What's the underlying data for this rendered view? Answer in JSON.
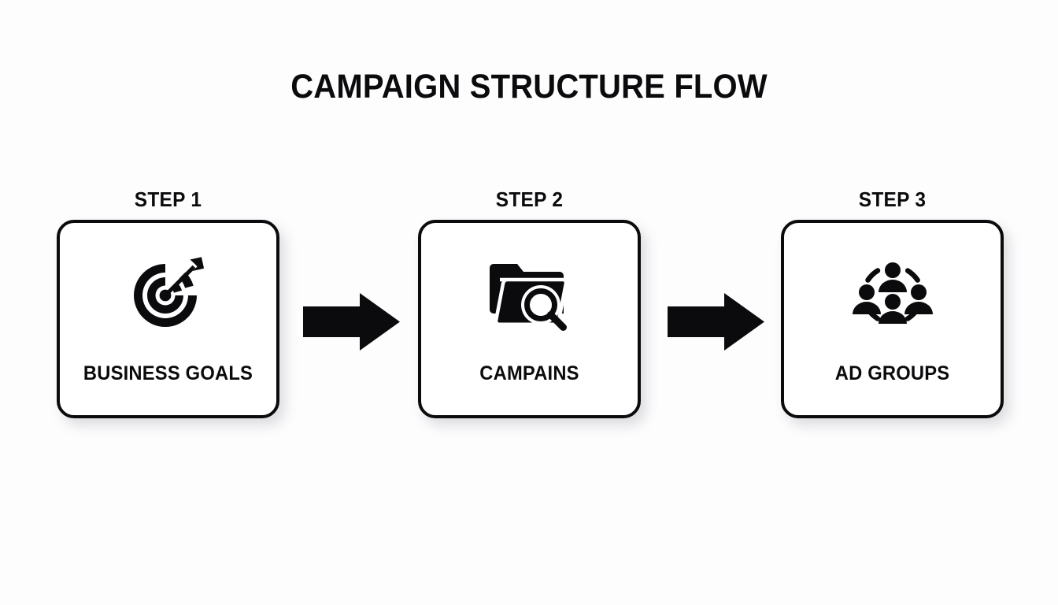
{
  "page": {
    "title": "CAMPAIGN STRUCTURE FLOW",
    "background_color": "#fdfdfe",
    "ink_color": "#0b0b0d"
  },
  "flow": {
    "steps": [
      {
        "step_label": "STEP 1",
        "title": "BUSINESS GOALS",
        "icon": "target-bullseye-arrow-icon"
      },
      {
        "step_label": "STEP 2",
        "title": "CAMPAINS",
        "icon": "folder-search-icon"
      },
      {
        "step_label": "STEP 3",
        "title": "AD GROUPS",
        "icon": "people-network-icon"
      }
    ],
    "connectors": [
      {
        "icon": "arrow-right-icon"
      },
      {
        "icon": "arrow-right-icon"
      }
    ]
  }
}
